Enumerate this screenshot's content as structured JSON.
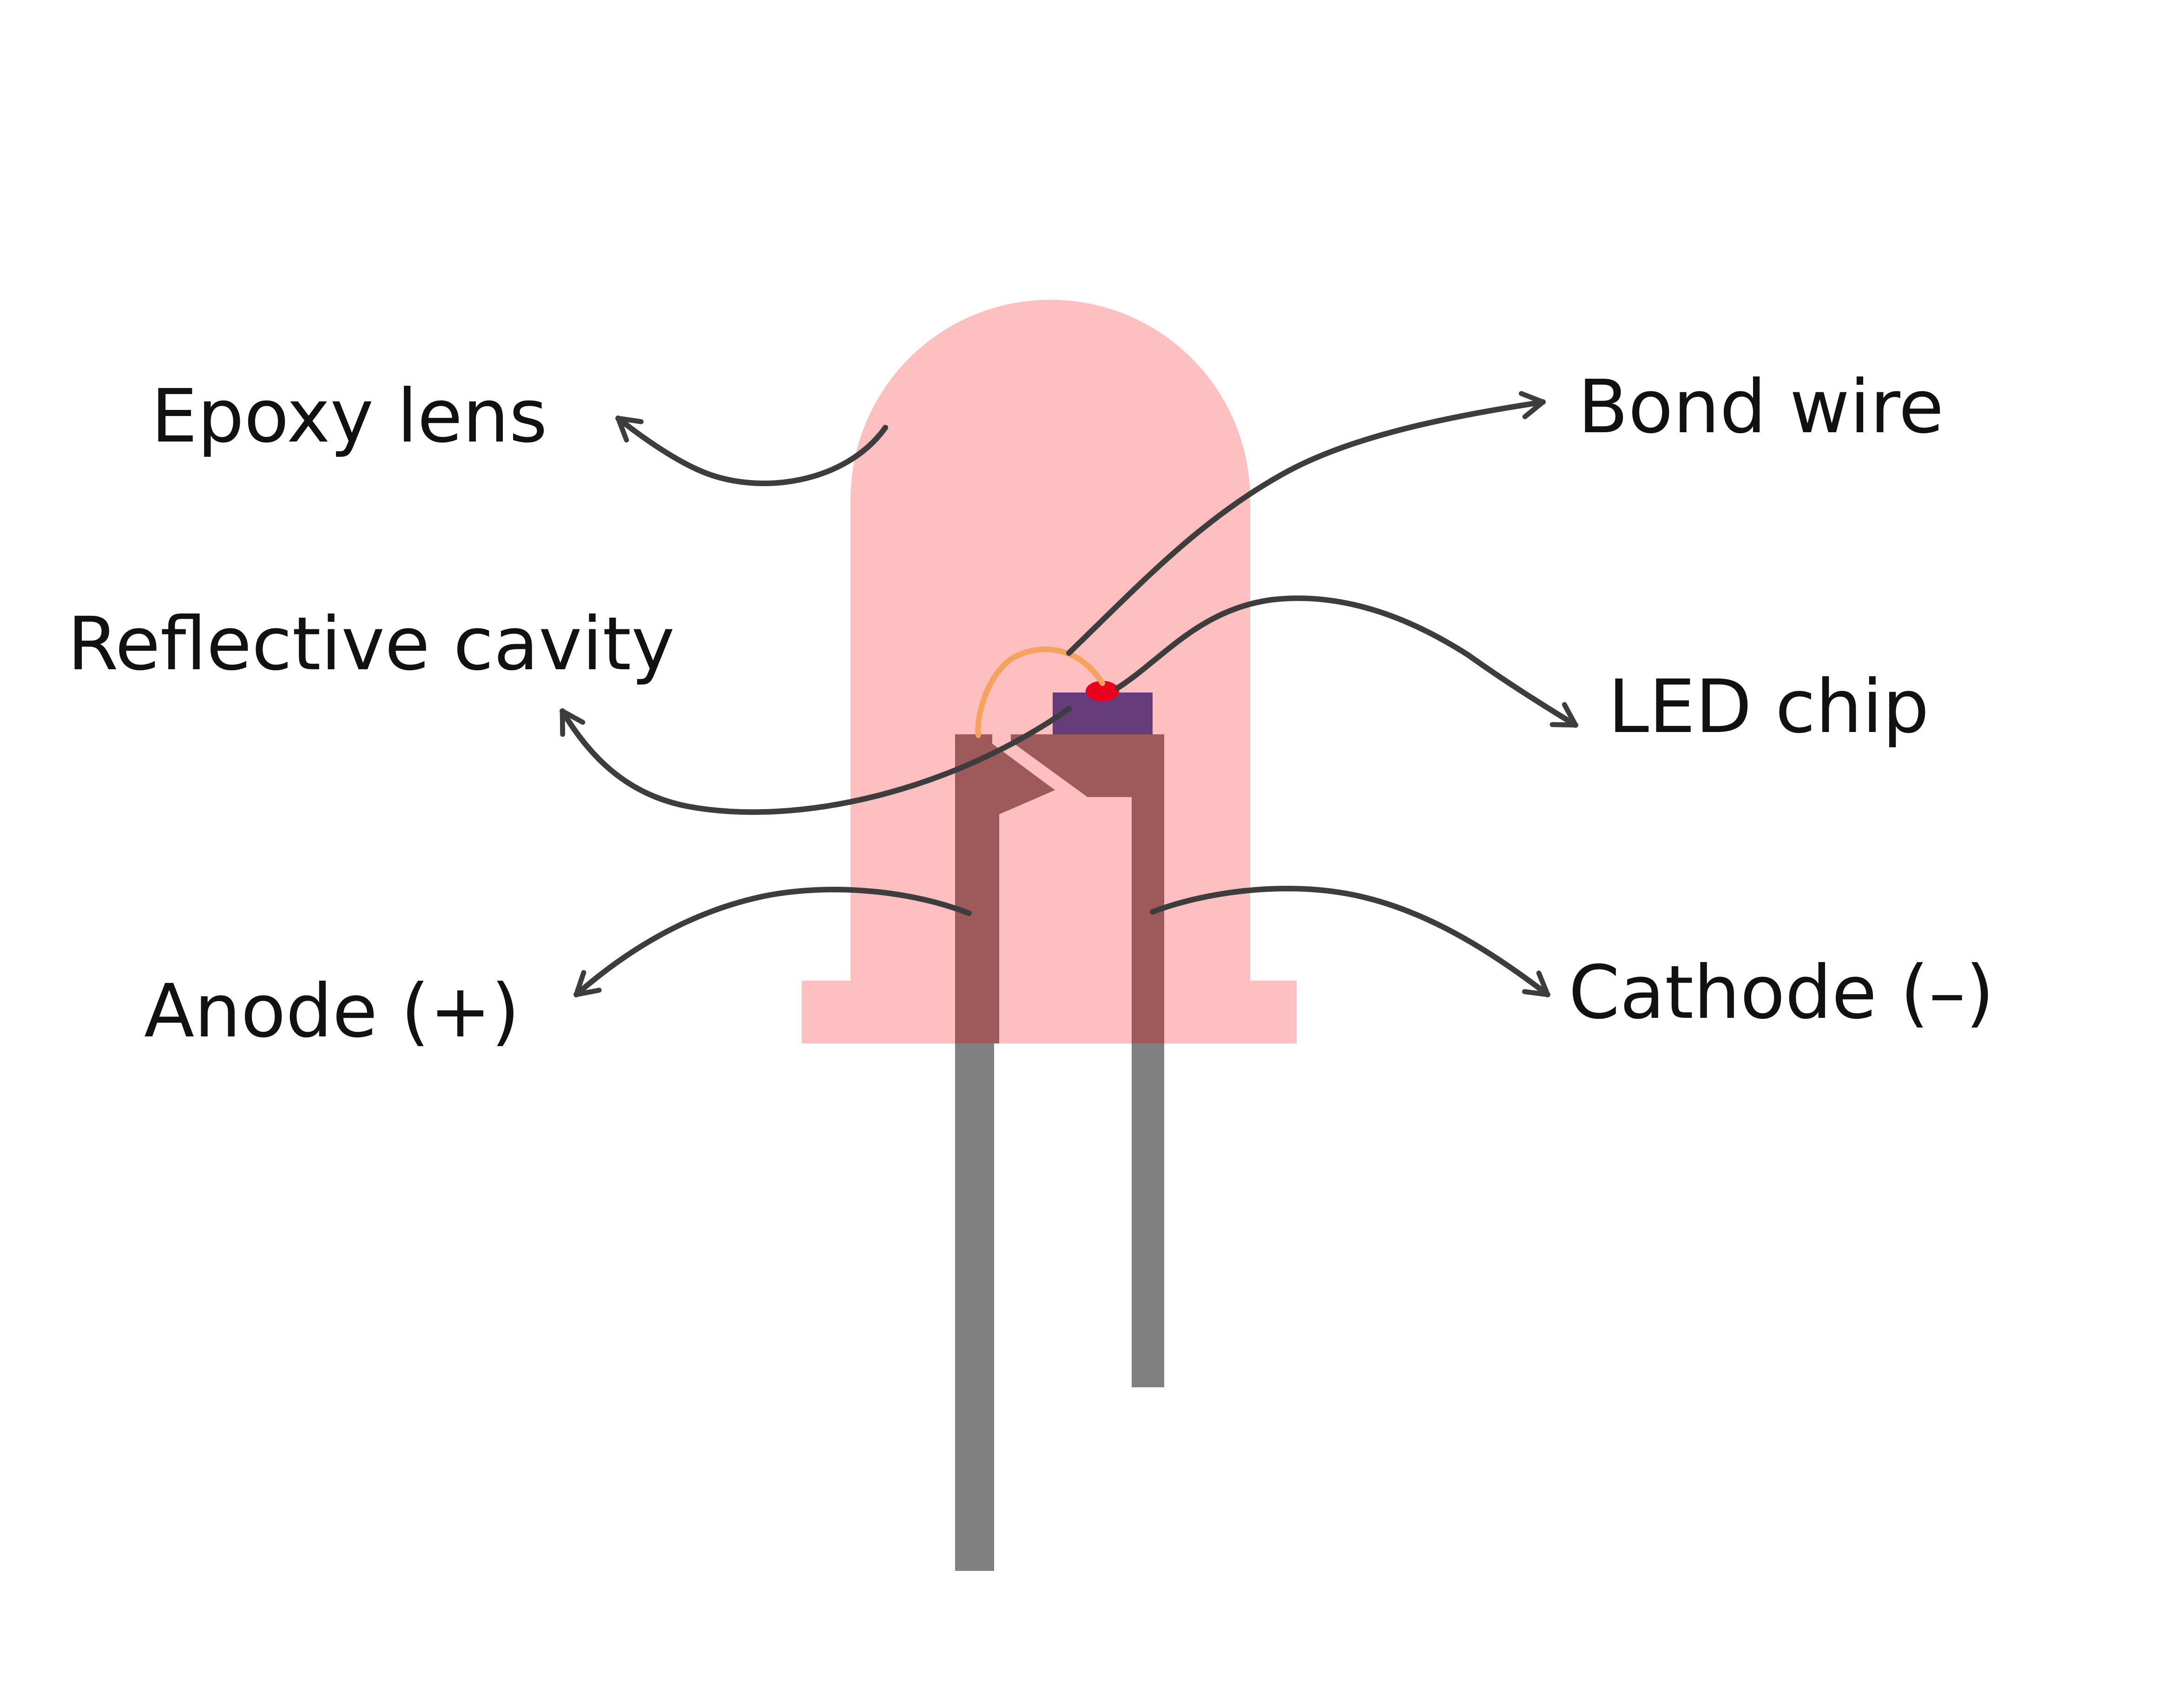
{
  "labels": {
    "epoxy_lens": "Epoxy lens",
    "bond_wire": "Bond wire",
    "reflective_cavity": "Reflective cavity",
    "led_chip": "LED chip",
    "anode": "Anode (+)",
    "cathode": "Cathode (–)"
  },
  "colors": {
    "background": "#ffffff",
    "epoxy": "#fdbfc0",
    "lead_outside": "#808080",
    "lead_inside": "#9e5a5a",
    "chip": "#663d7a",
    "emitter_dot": "#e8001c",
    "bond_wire": "#f5a25d",
    "arrow": "#3d3d3d",
    "text": "#111111"
  }
}
